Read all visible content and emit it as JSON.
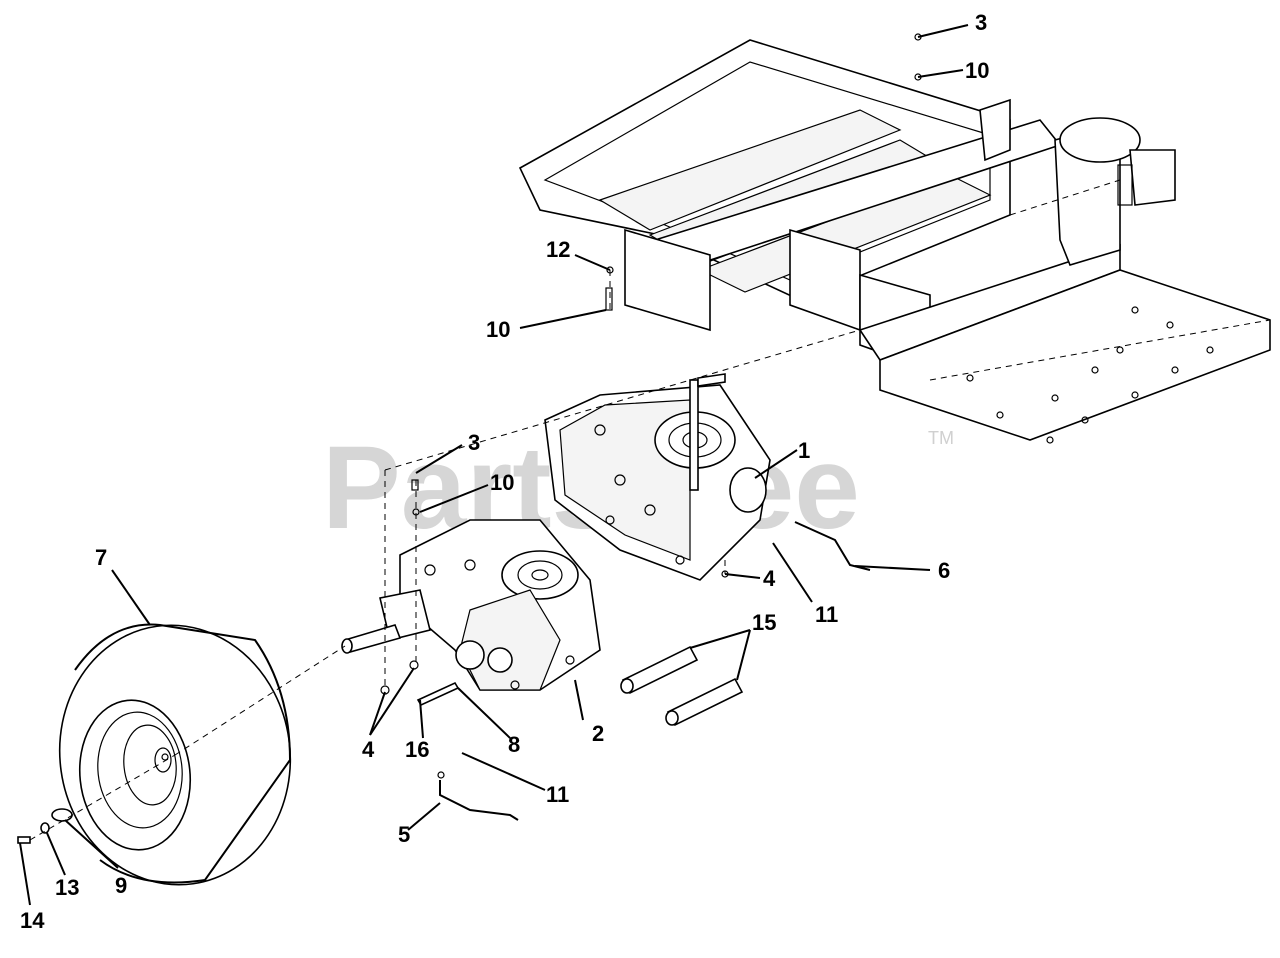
{
  "watermark": {
    "text": "PartsTree",
    "trademark": "TM"
  },
  "callouts": {
    "c1": "1",
    "c2": "2",
    "c3a": "3",
    "c3b": "3",
    "c4a": "4",
    "c4b": "4",
    "c5": "5",
    "c6": "6",
    "c7": "7",
    "c8": "8",
    "c9": "9",
    "c10a": "10",
    "c10b": "10",
    "c10c": "10",
    "c11a": "11",
    "c11b": "11",
    "c12": "12",
    "c13": "13",
    "c14": "14",
    "c15": "15",
    "c16": "16"
  }
}
